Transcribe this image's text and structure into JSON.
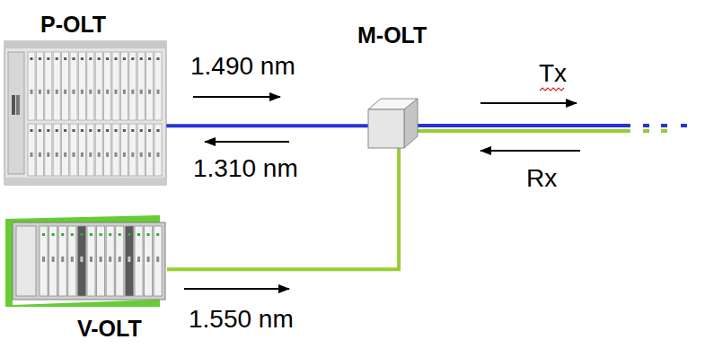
{
  "diagram": {
    "nodes": [
      {
        "text": [
          "P-OLT"
        ]
      },
      {
        "text": [
          "M-OLT"
        ]
      },
      {
        "text": [
          "V-OLT"
        ]
      }
    ],
    "edges": [
      {
        "from": 0,
        "to": 1,
        "arrow": "none"
      },
      {
        "from": 2,
        "to": 1,
        "arrow": "none"
      }
    ],
    "labels": [
      "1.490 nm",
      "1.310 nm",
      "1.550 nm",
      "Tx",
      "Rx"
    ]
  }
}
